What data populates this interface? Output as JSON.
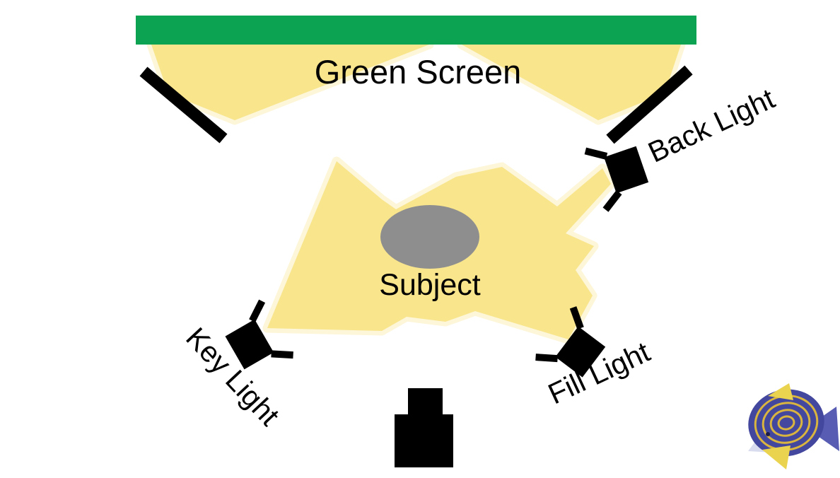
{
  "diagram": {
    "labels": {
      "green_screen": "Green Screen",
      "subject": "Subject",
      "key_light": "Key Light",
      "fill_light": "Fill Light",
      "back_light": "Back Light"
    },
    "colors": {
      "green_screen": "#0CA452",
      "beam_yellow": "#F8E58C",
      "beam_fringe": "#FDF6D8",
      "subject_gray": "#8E8E8E",
      "fixture_black": "#000000",
      "background": "#FFFFFF"
    },
    "logo": {
      "name": "tropical-fish-logo",
      "body_color": "#44479E",
      "stripe_color": "#D9B53F",
      "tail_color": "#585DB3",
      "snout_color": "#D8DCEE",
      "fin_color": "#EAD34F"
    }
  }
}
